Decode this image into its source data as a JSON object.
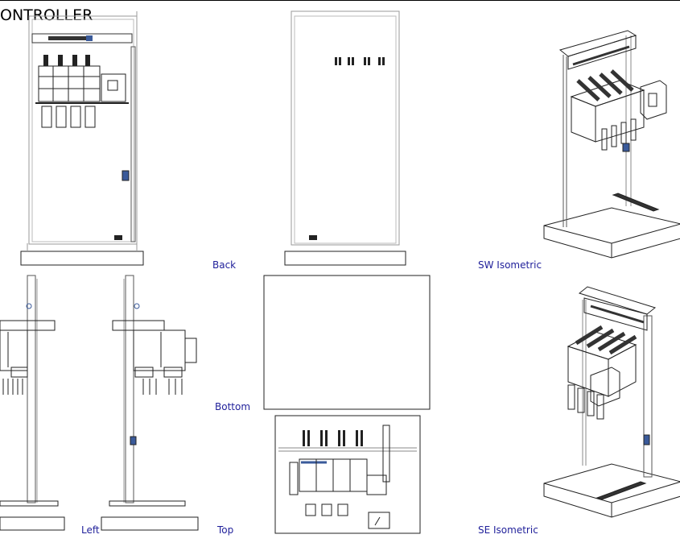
{
  "title": "ONTROLLER",
  "views": {
    "back": "Back",
    "sw_isometric": "SW Isometric",
    "bottom": "Bottom",
    "left": "Left",
    "top": "Top",
    "se_isometric": "SE Isometric"
  },
  "colors": {
    "line": "#222222",
    "light_line": "#8a8a8a",
    "label": "#1f1f9a",
    "accent_blue": "#3a5a9a"
  }
}
